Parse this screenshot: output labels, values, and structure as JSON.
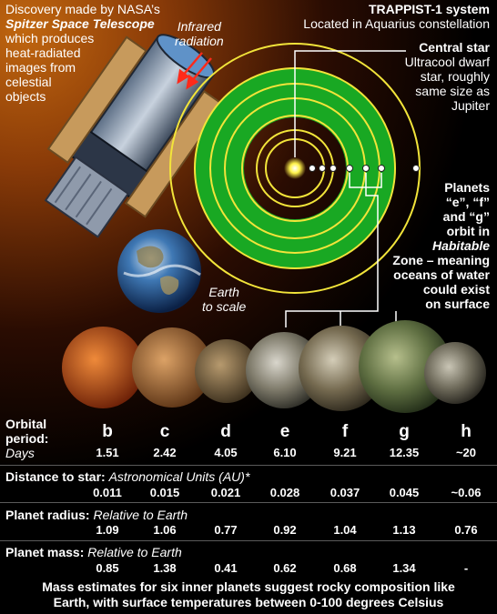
{
  "discovery": {
    "line1": "Discovery made by NASA’s",
    "line2": "Spitzer Space Telescope",
    "line3": "which produces",
    "line4": "heat-radiated",
    "line5": "images from",
    "line6": "celestial",
    "line7": "objects"
  },
  "infrared": {
    "line1": "Infrared",
    "line2": "radiation"
  },
  "system": {
    "title": "TRAPPIST-1 system",
    "subtitle": "Located in Aquarius constellation"
  },
  "central_star": {
    "title": "Central star",
    "line1": "Ultracool dwarf",
    "line2": "star, roughly",
    "line3": "same size as",
    "line4": "Jupiter"
  },
  "habitable": {
    "line1": "Planets",
    "line2": "“e”, “f”",
    "line3": "and “g”",
    "line4": "orbit in",
    "line5": "Habitable",
    "line6": "Zone – meaning",
    "line7": "oceans of water",
    "line8": "could exist",
    "line9": "on surface"
  },
  "earth": {
    "line1": "Earth",
    "line2": "to scale"
  },
  "table": {
    "orbital_label1": "Orbital",
    "orbital_label2": "period:",
    "orbital_unit": "Days",
    "distance_label": "Distance to star:",
    "distance_unit": "Astronomical Units (AU)*",
    "radius_label": "Planet radius:",
    "radius_unit": "Relative to Earth",
    "mass_label": "Planet mass:",
    "mass_unit": "Relative to Earth",
    "planets": [
      {
        "letter": "b",
        "period": "1.51",
        "distance": "0.011",
        "radius": "1.09",
        "mass": "0.85"
      },
      {
        "letter": "c",
        "period": "2.42",
        "distance": "0.015",
        "radius": "1.06",
        "mass": "1.38"
      },
      {
        "letter": "d",
        "period": "4.05",
        "distance": "0.021",
        "radius": "0.77",
        "mass": "0.41"
      },
      {
        "letter": "e",
        "period": "6.10",
        "distance": "0.028",
        "radius": "0.92",
        "mass": "0.62"
      },
      {
        "letter": "f",
        "period": "9.21",
        "distance": "0.037",
        "radius": "1.04",
        "mass": "0.68"
      },
      {
        "letter": "g",
        "period": "12.35",
        "distance": "0.045",
        "radius": "1.13",
        "mass": "1.34"
      },
      {
        "letter": "h",
        "period": "~20",
        "distance": "~0.06",
        "radius": "0.76",
        "mass": "-"
      }
    ]
  },
  "footer": {
    "line1": "Mass estimates for six inner planets suggest rocky composition like",
    "line2": "Earth, with surface temperatures between 0-100 degrees Celsius"
  },
  "colors": {
    "habitable_zone": "#19a823",
    "orbit_ring": "#f2e43a",
    "star": "#fff34a",
    "background": "#000000"
  }
}
